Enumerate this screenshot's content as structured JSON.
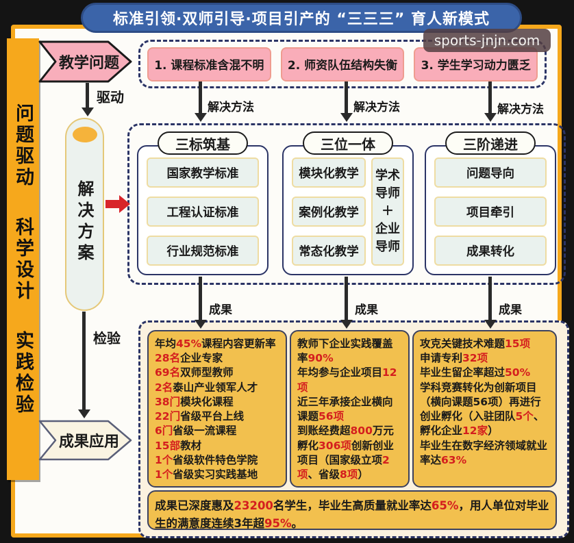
{
  "title": "标准引领·双师引导·项目引产的 “三三三” 育人新模式",
  "watermark": "sports-jnjn.com",
  "left_bar": {
    "lines": [
      "问题驱动",
      "科学设计",
      "实践检验"
    ]
  },
  "flow": {
    "teaching_problem": "教学问题",
    "drive_label": "驱动",
    "solution_label": "解决方案",
    "check_label": "检验",
    "result_apply": "成果应用"
  },
  "problems": {
    "items": [
      "1. 课程标准含混不明",
      "2. 师资队伍结构失衡",
      "3. 学生学习动力匮乏"
    ],
    "arrow_label": "解决方法"
  },
  "solutions": {
    "arrow_label": "成果",
    "col1": {
      "header": "三标筑基",
      "items": [
        "国家教学标准",
        "工程认证标准",
        "行业规范标准"
      ]
    },
    "col2": {
      "header": "三位一体",
      "items": [
        "模块化教学",
        "案例化教学",
        "常态化教学"
      ],
      "side_lines": [
        "学术",
        "导师",
        "＋",
        "企业",
        "导师"
      ]
    },
    "col3": {
      "header": "三阶递进",
      "items": [
        "问题导向",
        "项目牵引",
        "成果转化"
      ]
    }
  },
  "results": {
    "box1": {
      "lines": [
        [
          {
            "t": "年均"
          },
          {
            "t": "45%",
            "r": true
          },
          {
            "t": "课程内容更新率"
          }
        ],
        [
          {
            "t": "28名",
            "r": true
          },
          {
            "t": "企业专家"
          }
        ],
        [
          {
            "t": "69名",
            "r": true
          },
          {
            "t": "双师型教师"
          }
        ],
        [
          {
            "t": "2名",
            "r": true
          },
          {
            "t": "泰山产业领军人才"
          }
        ],
        [
          {
            "t": "38门",
            "r": true
          },
          {
            "t": "模块化课程"
          }
        ],
        [
          {
            "t": "22门",
            "r": true
          },
          {
            "t": "省级平台上线"
          }
        ],
        [
          {
            "t": "6门",
            "r": true
          },
          {
            "t": "省级一流课程"
          }
        ],
        [
          {
            "t": "15部",
            "r": true
          },
          {
            "t": "教材"
          }
        ],
        [
          {
            "t": "1个",
            "r": true
          },
          {
            "t": "省级软件特色学院"
          }
        ],
        [
          {
            "t": "1个",
            "r": true
          },
          {
            "t": "省级实习实践基地"
          }
        ]
      ]
    },
    "box2": {
      "lines": [
        [
          {
            "t": "教师下企业实践覆盖率"
          },
          {
            "t": "90%",
            "r": true
          }
        ],
        [
          {
            "t": "年均参与企业项目"
          },
          {
            "t": "12项",
            "r": true
          }
        ],
        [
          {
            "t": "近三年承接企业横向课题"
          },
          {
            "t": "56项",
            "r": true
          }
        ],
        [
          {
            "t": "到账经费超"
          },
          {
            "t": "800",
            "r": true
          },
          {
            "t": "万元"
          }
        ],
        [
          {
            "t": "孵化"
          },
          {
            "t": "306项",
            "r": true
          },
          {
            "t": "创新创业项目（国家级立项"
          },
          {
            "t": "2项",
            "r": true
          },
          {
            "t": "、省级"
          },
          {
            "t": "8项",
            "r": true
          },
          {
            "t": "）"
          }
        ]
      ]
    },
    "box3": {
      "lines": [
        [
          {
            "t": "攻克关键技术难题"
          },
          {
            "t": "15项",
            "r": true
          }
        ],
        [
          {
            "t": "申请专利"
          },
          {
            "t": "32项",
            "r": true
          }
        ],
        [
          {
            "t": "毕业生留企率超过"
          },
          {
            "t": "50%",
            "r": true
          }
        ],
        [
          {
            "t": "学科竞赛转化为创新项目（横向课题56项）再进行创业孵化（入驻团队"
          },
          {
            "t": "5个",
            "r": true
          },
          {
            "t": "、孵化企业"
          },
          {
            "t": "12家",
            "r": true
          },
          {
            "t": "）"
          }
        ],
        [
          {
            "t": "毕业生在数字经济领域就业率达"
          },
          {
            "t": "63%",
            "r": true
          }
        ]
      ]
    },
    "summary": {
      "lines": [
        [
          {
            "t": "成果已深度惠及"
          },
          {
            "t": "23200",
            "r": true
          },
          {
            "t": "名学生，毕业生高质量就业率达"
          },
          {
            "t": "65%",
            "r": true
          },
          {
            "t": "，用人单位对毕业生的满意度连续3年超"
          },
          {
            "t": "95%",
            "r": true
          },
          {
            "t": "。"
          }
        ]
      ]
    }
  },
  "colors": {
    "frame_orange": "#F6A81C",
    "banner_blue": "#3B64A9",
    "highlight_red": "#D41E1E",
    "problem_pink": "#F9ADB9",
    "result_amber": "#F2C04E",
    "dash_navy": "#2B3466",
    "mint_box": "#EAF2EE",
    "capsule_cream": "#ECF2EE",
    "chevron_cream": "#FAF4E2"
  }
}
